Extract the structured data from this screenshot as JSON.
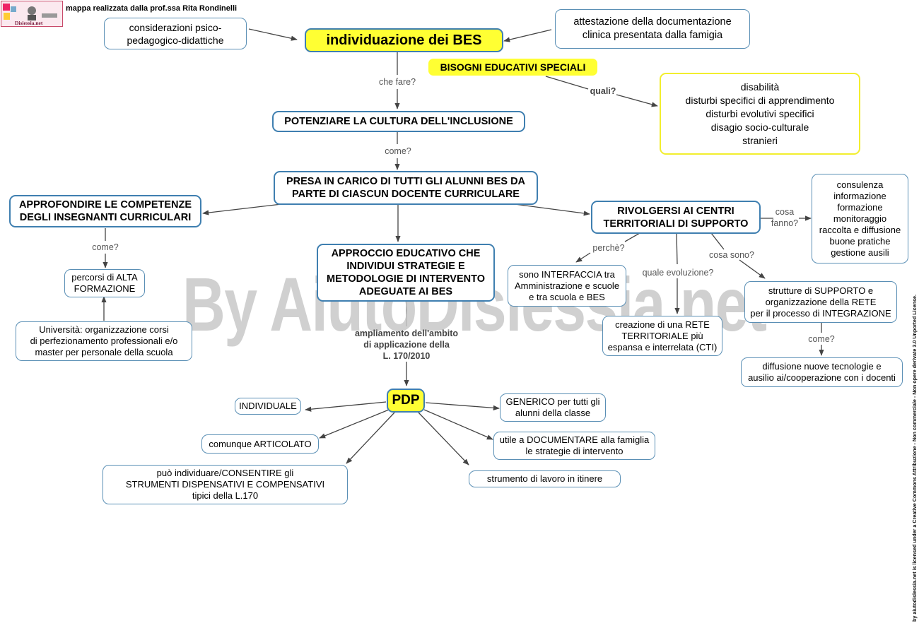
{
  "header": {
    "author": "mappa realizzata dalla prof.ssa Rita Rondinelli",
    "logo_text": "Disiessia.net"
  },
  "watermark": "By AiutoDislessia.net",
  "license": "by aiutodislessia.net is licensed under a Creative Commons Attribuzione - Non commerciale - Non opere derivate 3.0 Unported License.",
  "colors": {
    "node_border": "#3f7fb0",
    "highlight": "#ffff33",
    "yellow_border": "#f2ee2e",
    "arrow": "#444444"
  },
  "nodes": {
    "main": "individuazione dei BES",
    "considerazioni": "considerazioni psico-\npedagogico-didattiche",
    "attestazione": "attestazione della documentazione\nclinica presentata dalla famigia",
    "bisogni": "BISOGNI EDUCATIVI SPECIALI",
    "categorie": "disabilità\ndisturbi specifici di apprendimento\ndisturbi evolutivi specifici\ndisagio socio-culturale\nstranieri",
    "potenziare": "POTENZIARE LA CULTURA DELL'INCLUSIONE",
    "presa": "PRESA IN CARICO DI TUTTI GLI ALUNNI BES DA\nPARTE DI CIASCUN DOCENTE CURRICULARE",
    "approfondire": "APPROFONDIRE LE COMPETENZE\nDEGLI INSEGNANTI CURRICULARI",
    "percorsi": "percorsi di ALTA\nFORMAZIONE",
    "universita": "Università: organizzazione corsi\ndi perfezionamento professionali e/o\nmaster per personale della scuola",
    "approccio": "APPROCCIO EDUCATIVO CHE\nINDIVIDUI STRATEGIE E\nMETODOLOGIE DI INTERVENTO\nADEGUATE AI BES",
    "rivolgersi": "RIVOLGERSI AI CENTRI\nTERRITORIALI DI SUPPORTO",
    "consulenza": "consulenza\ninformazione\nformazione\nmonitoraggio\nraccolta e diffusione\nbuone pratiche\ngestione ausili",
    "interfaccia": "sono INTERFACCIA tra\nAmministrazione e scuole\ne tra scuola e BES",
    "rete": "creazione di una RETE\nTERRITORIALE più\nespansa e interrelata (CTI)",
    "strutture": "strutture di SUPPORTO e\norganizzazione della RETE\nper il processo di INTEGRAZIONE",
    "diffusione": "diffusione nuove tecnologie e\nausilio ai/cooperazione con i docenti",
    "pdp": "PDP",
    "individuale": "INDIVIDUALE",
    "articolato": "comunque ARTICOLATO",
    "strumenti": "può individuare/CONSENTIRE gli\nSTRUMENTI DISPENSATIVI E COMPENSATIVI\ntipici della L.170",
    "generico": "GENERICO per tutti gli\nalunni della classe",
    "documentare": "utile a DOCUMENTARE alla famiglia\nle strategie di intervento",
    "itinere": "strumento di lavoro in itinere"
  },
  "labels": {
    "che_fare": "che fare?",
    "quali": "quali?",
    "come1": "come?",
    "come2": "come?",
    "ampliamento": "ampliamento dell'ambito\ndi applicazione della\nL. 170/2010",
    "cosa_fanno": "cosa\nfanno?",
    "perche": "perchè?",
    "quale_evoluzione": "quale evoluzione?",
    "cosa_sono": "cosa sono?",
    "come3": "come?"
  }
}
